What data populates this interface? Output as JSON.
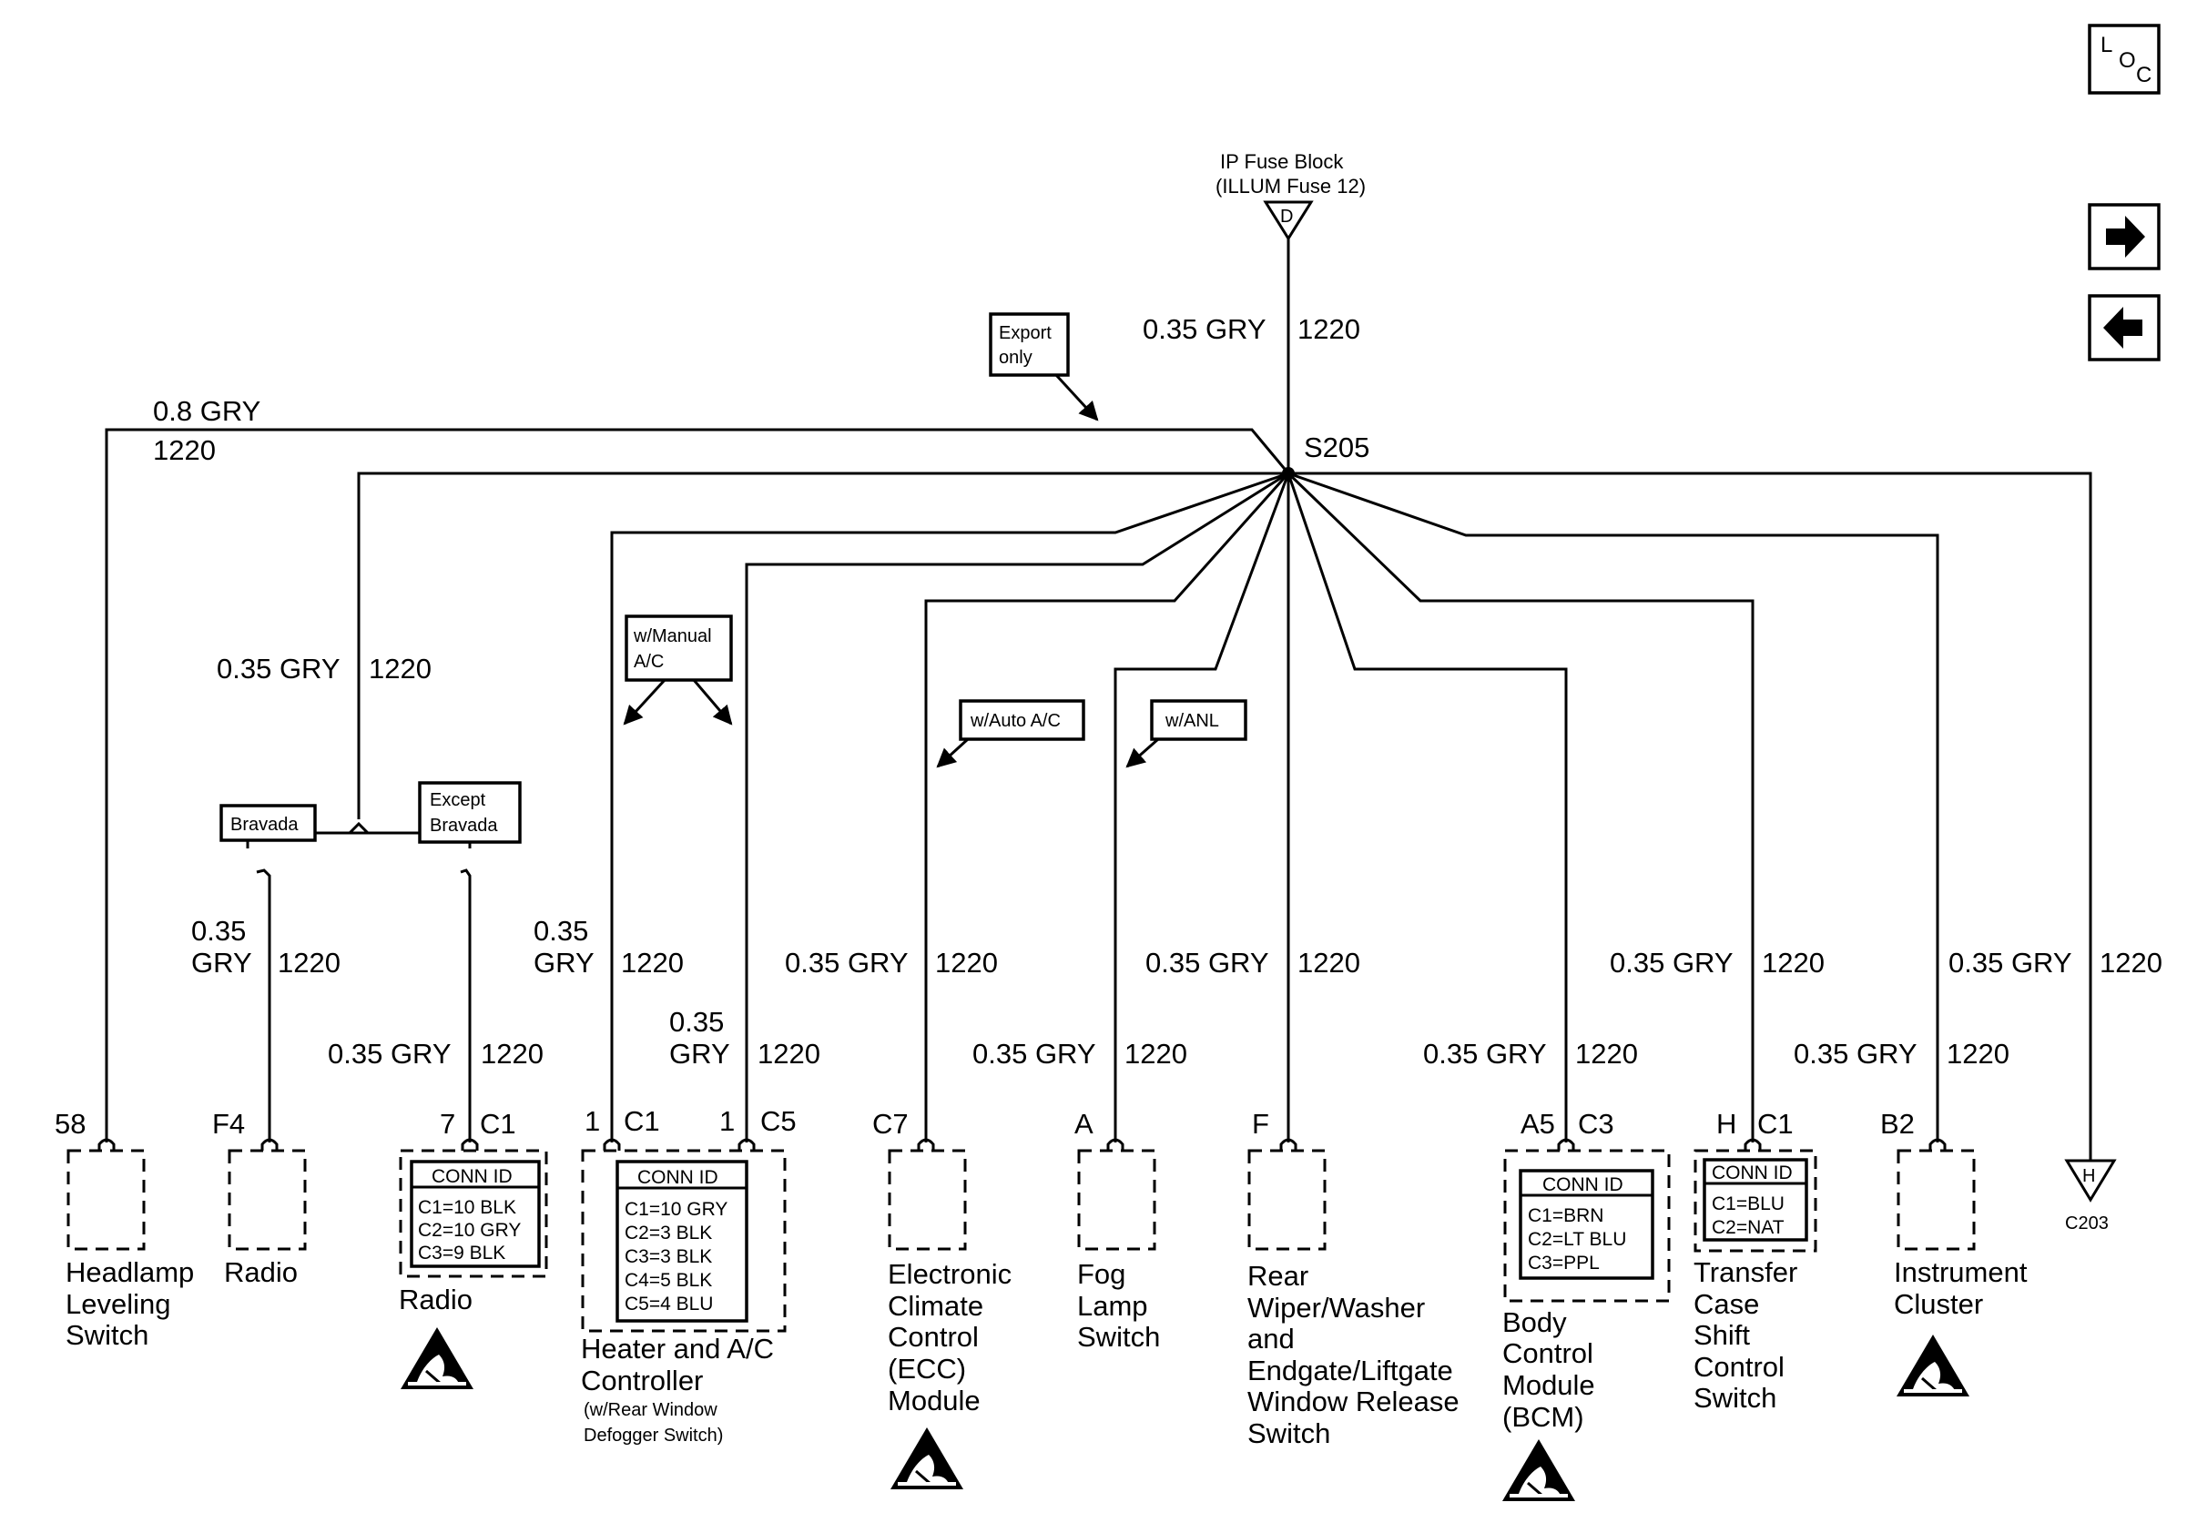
{
  "loc_label": {
    "l": "L",
    "o": "O",
    "c": "C"
  },
  "source": {
    "line1": "IP Fuse Block",
    "line2": "(ILLUM Fuse 12)",
    "terminal": "D"
  },
  "splice": "S205",
  "notes": {
    "export_only": [
      "Export",
      "only"
    ],
    "manual_ac": [
      "w/Manual",
      "A/C"
    ],
    "auto_ac": "w/Auto A/C",
    "anl": "w/ANL",
    "bravada": "Bravada",
    "except_bravada": [
      "Except",
      "Bravada"
    ]
  },
  "wires": {
    "feed": {
      "size": "0.35 GRY",
      "circuit": "1220"
    },
    "headlamp": {
      "size": "0.8 GRY",
      "circuit": "1220"
    },
    "radio_main": {
      "size": "0.35 GRY",
      "circuit": "1220"
    },
    "radio_f4": {
      "size1": "0.35",
      "size2": "GRY",
      "circuit": "1220"
    },
    "radio_c1": {
      "size": "0.35 GRY",
      "circuit": "1220"
    },
    "hvac_c1": {
      "size1": "0.35",
      "size2": "GRY",
      "circuit": "1220"
    },
    "hvac_c5": {
      "size1": "0.35",
      "size2": "GRY",
      "circuit": "1220"
    },
    "ecc": {
      "size": "0.35 GRY",
      "circuit": "1220"
    },
    "fog": {
      "size": "0.35 GRY",
      "circuit": "1220"
    },
    "rear": {
      "size": "0.35 GRY",
      "circuit": "1220"
    },
    "bcm": {
      "size": "0.35 GRY",
      "circuit": "1220"
    },
    "transfer": {
      "size": "0.35 GRY",
      "circuit": "1220"
    },
    "cluster": {
      "size": "0.35 GRY",
      "circuit": "1220"
    },
    "c203": {
      "size": "0.35 GRY",
      "circuit": "1220"
    }
  },
  "components": {
    "headlamp": {
      "pin": "58",
      "name": [
        "Headlamp",
        "Leveling",
        "Switch"
      ]
    },
    "radio_f4": {
      "pin": "F4",
      "name": [
        "Radio"
      ]
    },
    "radio_c1": {
      "pin": "7",
      "conn": "C1",
      "name": [
        "Radio"
      ],
      "conn_title": "CONN ID",
      "conn_lines": [
        "C1=10 BLK",
        "C2=10 GRY",
        "C3=9 BLK"
      ]
    },
    "hvac": {
      "pin_a": "1",
      "conn_a": "C1",
      "pin_b": "1",
      "conn_b": "C5",
      "name": [
        "Heater and A/C",
        "Controller"
      ],
      "subname": [
        "(w/Rear Window",
        "Defogger Switch)"
      ],
      "conn_title": "CONN ID",
      "conn_lines": [
        "C1=10 GRY",
        "C2=3 BLK",
        "C3=3 BLK",
        "C4=5 BLK",
        "C5=4 BLU"
      ]
    },
    "ecc": {
      "pin": "C7",
      "name": [
        "Electronic",
        "Climate",
        "Control",
        "(ECC)",
        "Module"
      ]
    },
    "fog": {
      "pin": "A",
      "name": [
        "Fog",
        "Lamp",
        "Switch"
      ]
    },
    "rear": {
      "pin": "F",
      "name": [
        "Rear",
        "Wiper/Washer",
        "and",
        "Endgate/Liftgate",
        "Window Release",
        "Switch"
      ]
    },
    "bcm": {
      "pin": "A5",
      "conn": "C3",
      "name": [
        "Body",
        "Control",
        "Module",
        "(BCM)"
      ],
      "conn_title": "CONN ID",
      "conn_lines": [
        "C1=BRN",
        "C2=LT BLU",
        "C3=PPL"
      ]
    },
    "transfer": {
      "pin": "H",
      "conn": "C1",
      "name": [
        "Transfer",
        "Case",
        "Shift",
        "Control",
        "Switch"
      ],
      "conn_title": "CONN ID",
      "conn_lines": [
        "C1=BLU",
        "C2=NAT"
      ]
    },
    "cluster": {
      "pin": "B2",
      "name": [
        "Instrument",
        "Cluster"
      ]
    },
    "c203": {
      "terminal": "H",
      "label": "C203"
    }
  },
  "icons": {
    "esd": "esd-sensitive-icon",
    "next": "arrow-right-icon",
    "prev": "arrow-left-icon",
    "loc": "loc-icon"
  }
}
